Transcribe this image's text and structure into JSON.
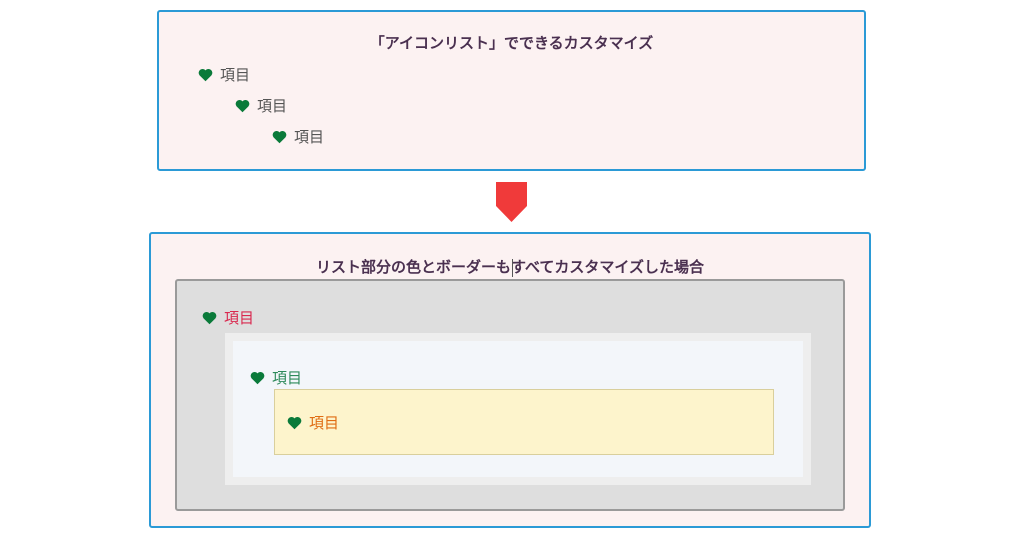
{
  "top_box": {
    "title": "「アイコンリスト」でできるカスタマイズ",
    "items": [
      "項目",
      "項目",
      "項目"
    ]
  },
  "arrow": {
    "icon": "arrow-down-icon",
    "color": "#f03a3a"
  },
  "bottom_box": {
    "title_before_cursor": "リスト部分の色とボーダーも",
    "title_after_cursor": "すべてカスタマイズした場合",
    "levels": [
      {
        "label": "項目",
        "text_color": "#d9294f",
        "background": "#dedede"
      },
      {
        "label": "項目",
        "text_color": "#2d8a5a",
        "background": "#f3f6fa"
      },
      {
        "label": "項目",
        "text_color": "#e06c12",
        "background": "#fdf4cc"
      }
    ]
  },
  "colors": {
    "frame_border": "#2b9ad6",
    "frame_background": "#fcf2f2",
    "heart_icon": "#0a7a3a",
    "title_text": "#4a3050"
  }
}
